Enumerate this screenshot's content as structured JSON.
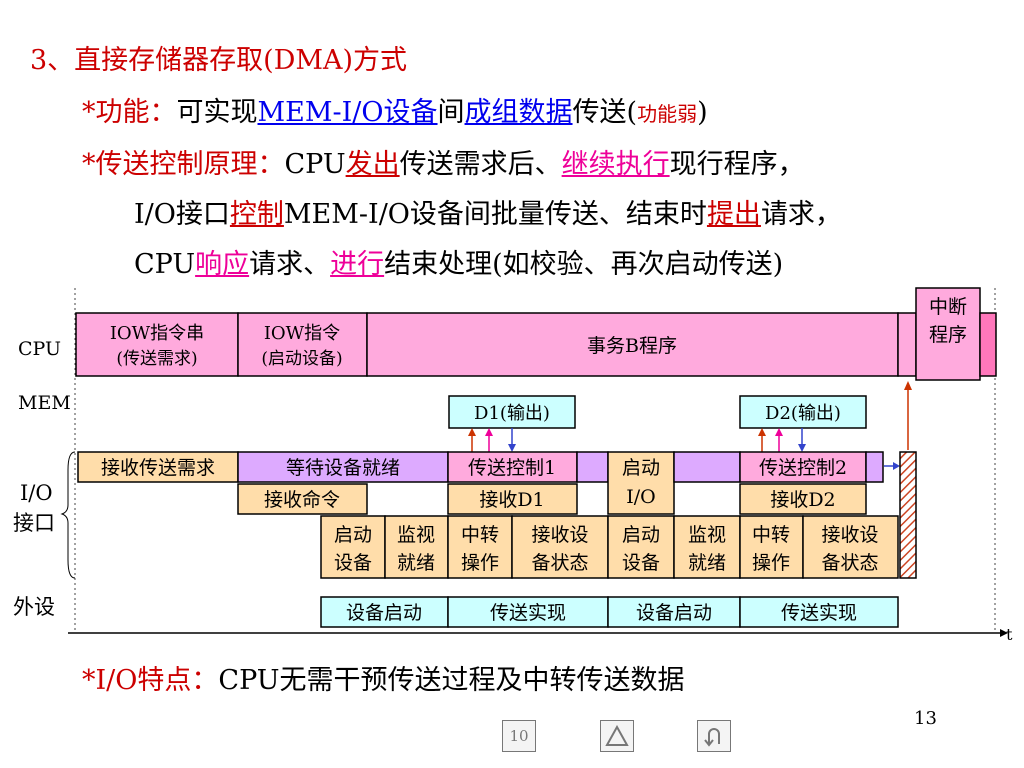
{
  "title": "3、直接存储器存取(DMA)方式",
  "function_line": {
    "prefix": "*功能：",
    "t1": "可实现",
    "u1": "MEM-I/O设备",
    "t2": "间",
    "u2": "成组数据",
    "t3": "传送(",
    "small": "功能弱",
    "t4": ")"
  },
  "principle_line": {
    "prefix": "*传送控制原理：",
    "t1": "CPU",
    "u1": "发出",
    "t2": "传送需求后、",
    "u2": "继续执行",
    "t3": "现行程序，"
  },
  "principle_line2": {
    "t1": "I/O接口",
    "u1": "控制",
    "t2": "MEM-I/O设备间批量传送、结束时",
    "u2": "提出",
    "t3": "请求，"
  },
  "principle_line3": {
    "t1": "CPU",
    "u1": "响应",
    "t2": "请求、",
    "u2": "进行",
    "t3": "结束处理(如校验、再次启动传送)"
  },
  "io_feature": {
    "prefix": "*I/O特点：",
    "text": "CPU无需干预传送过程及中转传送数据"
  },
  "diagram": {
    "row_labels": {
      "cpu": "CPU",
      "mem": "MEM",
      "io_l1": "I/O",
      "io_l2": "接口",
      "dev": "外设"
    },
    "time_label": "t",
    "cpu": {
      "iow1_a": "IOW指令串",
      "iow1_b": "(传送需求)",
      "iow2_a": "IOW指令",
      "iow2_b": "(启动设备)",
      "program": "事务B程序",
      "int_a": "中断",
      "int_b": "程序"
    },
    "mem": {
      "d1": "D1(输出)",
      "d2": "D2(输出)"
    },
    "io": {
      "recv_req": "接收传送需求",
      "wait": "等待设备就绪",
      "ctrl1": "传送控制1",
      "start_a": "启动",
      "start_b": "I/O",
      "ctrl2": "传送控制2",
      "recv_cmd": "接收命令",
      "recv_d1": "接收D1",
      "recv_d2": "接收D2"
    },
    "sub": {
      "start_a": "启动",
      "start_b": "设备",
      "mon_a": "监视",
      "mon_b": "就绪",
      "relay_a": "中转",
      "relay_b": "操作",
      "rs_a": "接收设",
      "rs_b": "备状态"
    },
    "dev": {
      "start": "设备启动",
      "xfer": "传送实现"
    }
  },
  "colors": {
    "pink": "#ffaadd",
    "lavender": "#ddaaff",
    "peach": "#ffddaa",
    "cyan": "#ccffff",
    "accent": "#cc0000"
  },
  "footer": {
    "page_number": "13",
    "nav_left": "10"
  }
}
